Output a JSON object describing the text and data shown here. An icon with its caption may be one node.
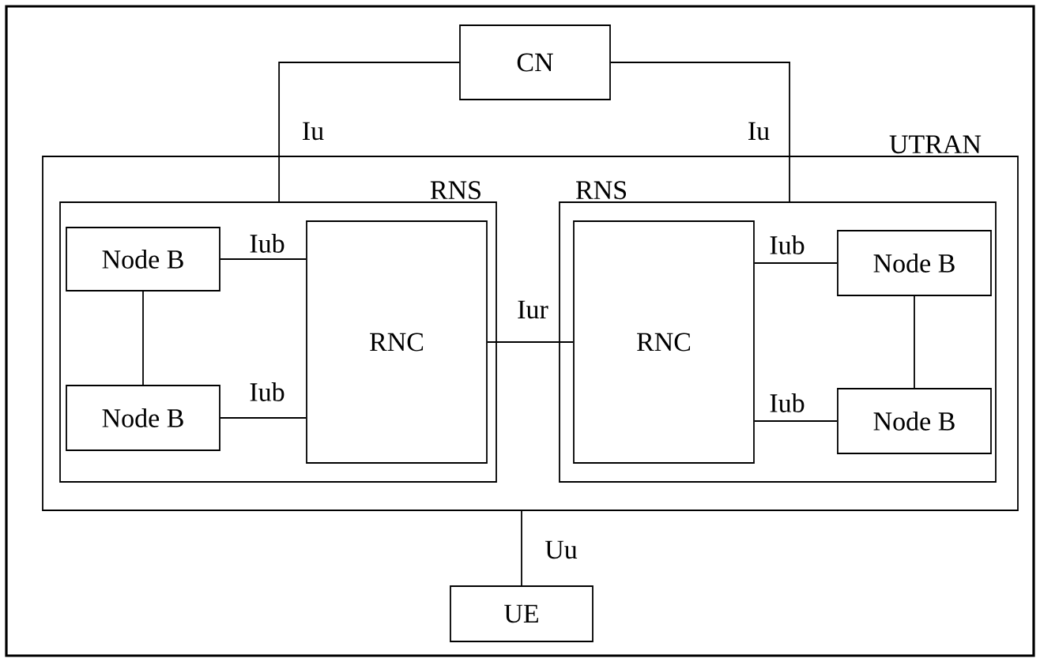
{
  "diagram": {
    "nodes": [
      {
        "text": [
          "CN"
        ]
      },
      {
        "text": [
          "UTRAN"
        ]
      },
      {
        "text": [
          "RNS"
        ],
        "in": 1
      },
      {
        "text": [
          "Node B"
        ],
        "in": 2
      },
      {
        "text": [
          "RNC"
        ],
        "in": 2
      },
      {
        "text": [
          "Node B"
        ],
        "in": 2
      },
      {
        "text": [
          "RNS"
        ],
        "in": 1
      },
      {
        "text": [
          "RNC"
        ],
        "in": 6
      },
      {
        "text": [
          "Node B"
        ],
        "in": 6
      },
      {
        "text": [
          "Node B"
        ],
        "in": 6
      },
      {
        "text": [
          "UE"
        ]
      }
    ],
    "edges": [
      {
        "from": 0,
        "to": 2,
        "arrow": "none",
        "label": "Iu"
      },
      {
        "from": 0,
        "to": 6,
        "arrow": "none",
        "label": "Iu"
      },
      {
        "from": 3,
        "to": 4,
        "arrow": "none",
        "label": "Iub"
      },
      {
        "from": 5,
        "to": 4,
        "arrow": "none",
        "label": "Iub"
      },
      {
        "from": 3,
        "to": 5,
        "arrow": "none"
      },
      {
        "from": 4,
        "to": 7,
        "arrow": "none",
        "label": "Iur"
      },
      {
        "from": 7,
        "to": 8,
        "arrow": "none",
        "label": "Iub"
      },
      {
        "from": 7,
        "to": 9,
        "arrow": "none",
        "label": "Iub"
      },
      {
        "from": 8,
        "to": 9,
        "arrow": "none"
      },
      {
        "from": 1,
        "to": 10,
        "arrow": "none",
        "label": "Uu"
      }
    ]
  }
}
